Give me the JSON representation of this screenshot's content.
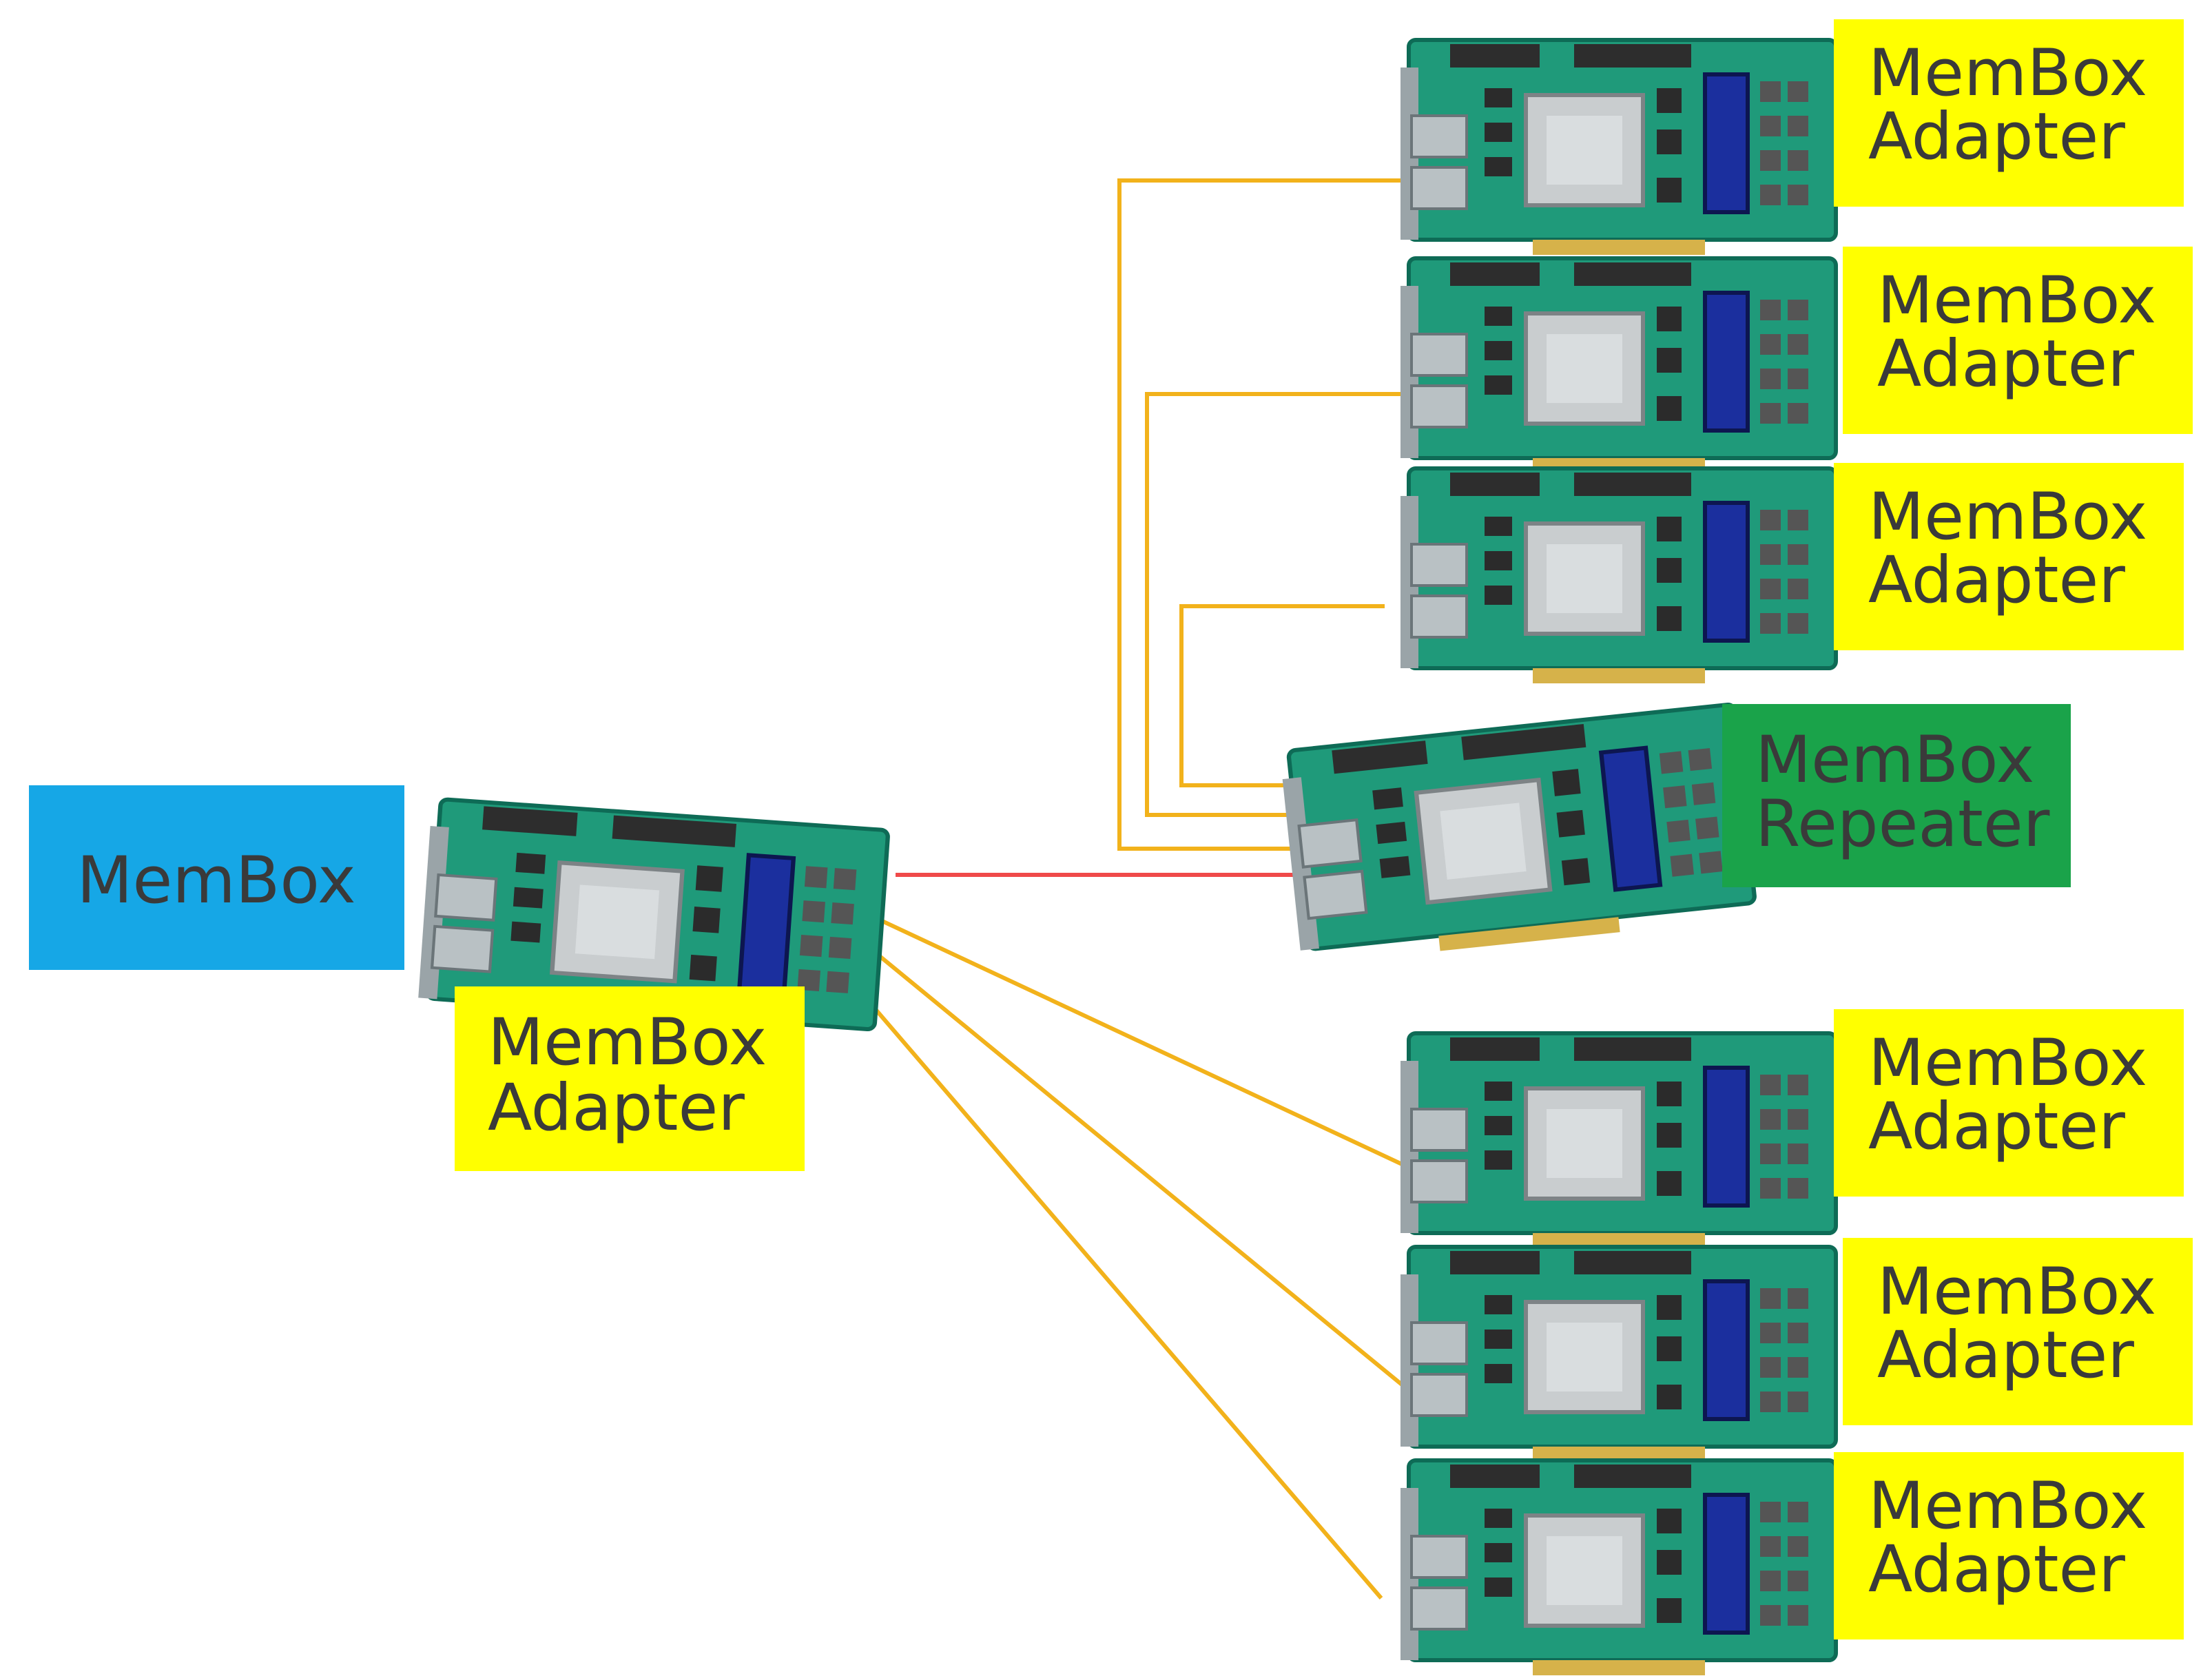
{
  "colors": {
    "membox_fill": "#16A7E6",
    "adapter_fill": "#FFFF00",
    "repeater_fill": "#1AA34A",
    "label_text": "#3A3A3A",
    "pcb_green": "#1F9A7A",
    "pcb_dark": "#0E6B56",
    "chip_silver": "#C9CDCF",
    "display_blue": "#1B2F9E",
    "link_orange": "#F2B21B",
    "link_red": "#F04A4A"
  },
  "nodes": {
    "membox": {
      "label": "MemBox",
      "icon": "host-box"
    },
    "central_adapter": {
      "line1": "MemBox",
      "line2": "Adapter",
      "icon": "pcie-card"
    },
    "repeater": {
      "line1": "MemBox",
      "line2": "Repeater",
      "icon": "pcie-card"
    },
    "adapters": [
      {
        "line1": "MemBox",
        "line2": "Adapter",
        "icon": "pcie-card"
      },
      {
        "line1": "MemBox",
        "line2": "Adapter",
        "icon": "pcie-card"
      },
      {
        "line1": "MemBox",
        "line2": "Adapter",
        "icon": "pcie-card"
      },
      {
        "line1": "MemBox",
        "line2": "Adapter",
        "icon": "pcie-card"
      },
      {
        "line1": "MemBox",
        "line2": "Adapter",
        "icon": "pcie-card"
      },
      {
        "line1": "MemBox",
        "line2": "Adapter",
        "icon": "pcie-card"
      }
    ]
  }
}
